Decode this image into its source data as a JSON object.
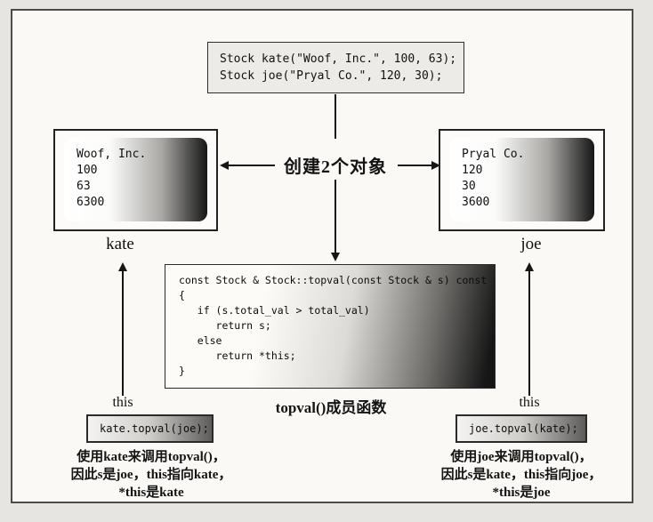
{
  "page": {
    "bg_color": "#e7e5e1",
    "panel_bg": "#faf9f6",
    "border_color": "#4c4c4c",
    "gradient_dark": "#161616"
  },
  "top_code_box": {
    "lines": [
      "Stock kate(\"Woof, Inc.\", 100, 63);",
      "Stock joe(\"Pryal Co.\", 120, 30);"
    ]
  },
  "create_label": "创建2个对象",
  "kate_card": {
    "lines": [
      "Woof, Inc.",
      "100",
      "63",
      "6300"
    ],
    "label": "kate"
  },
  "joe_card": {
    "lines": [
      "Pryal Co.",
      "120",
      "30",
      "3600"
    ],
    "label": "joe"
  },
  "topval_box": {
    "lines": [
      "const Stock & Stock::topval(const Stock & s) const",
      "{",
      "   if (s.total_val > total_val)",
      "      return s;",
      "   else",
      "      return *this;",
      "}"
    ],
    "caption": "topval()成员函数"
  },
  "left_call": {
    "this_label": "this",
    "code": "kate.topval(joe);",
    "note_lines": [
      "使用kate来调用topval()，",
      "因此s是joe，this指向kate，",
      "*this是kate"
    ]
  },
  "right_call": {
    "this_label": "this",
    "code": "joe.topval(kate);",
    "note_lines": [
      "使用joe来调用topval()，",
      "因此s是kate，this指向joe，",
      "*this是joe"
    ]
  },
  "icons": {
    "arrow-left-icon": "◄",
    "arrow-right-icon": "►",
    "arrow-down-icon": "▼",
    "arrow-up-icon": "▲"
  }
}
